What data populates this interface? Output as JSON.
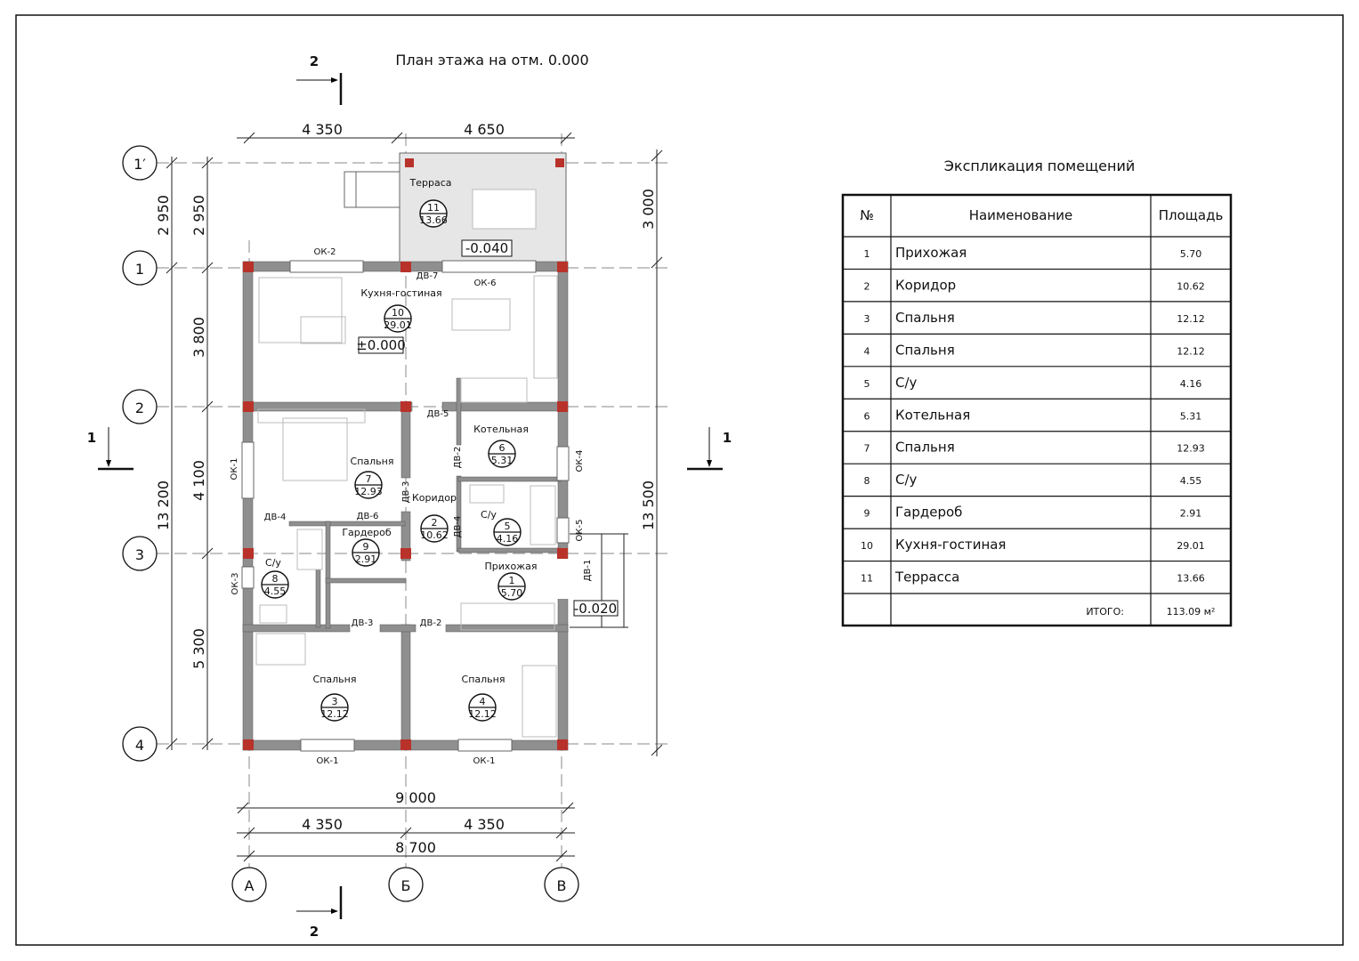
{
  "title": "План этажа на отм. 0.000",
  "section_marks": {
    "left": "1",
    "right": "1",
    "top": "2",
    "bottom": "2"
  },
  "grid_rows": [
    "1′",
    "1",
    "2",
    "3",
    "4"
  ],
  "grid_cols": [
    "А",
    "Б",
    "В"
  ],
  "dimensions": {
    "top": [
      "4 350",
      "4 650"
    ],
    "left_inner": [
      "2 950",
      "3 800",
      "4 100",
      "5 300"
    ],
    "left_outer": [
      "2 950",
      "13 200"
    ],
    "right": [
      "3 000",
      "13 500"
    ],
    "bottom_total": "9 000",
    "bottom_parts": [
      "4 350",
      "4 350"
    ],
    "bottom_axes": "8 700"
  },
  "levels": {
    "terrace": "-0.040",
    "floor": "±0.000",
    "entrance": "-0.020"
  },
  "rooms": [
    {
      "name": "Терраса",
      "num": "11",
      "area": "13.66"
    },
    {
      "name": "Кухня-гостиная",
      "num": "10",
      "area": "29.01"
    },
    {
      "name": "Котельная",
      "num": "6",
      "area": "5.31"
    },
    {
      "name": "Спальня",
      "num": "7",
      "area": "12.93"
    },
    {
      "name": "Коридор",
      "num": "2",
      "area": "10.62"
    },
    {
      "name": "С/у",
      "num": "5",
      "area": "4.16"
    },
    {
      "name": "Гардероб",
      "num": "9",
      "area": "2.91"
    },
    {
      "name": "С/у",
      "num": "8",
      "area": "4.55"
    },
    {
      "name": "Прихожая",
      "num": "1",
      "area": "5.70"
    },
    {
      "name": "Спальня",
      "num": "3",
      "area": "12.12"
    },
    {
      "name": "Спальня",
      "num": "4",
      "area": "12.12"
    }
  ],
  "openings": {
    "dv7": "ДВ-7",
    "dv5": "ДВ-5",
    "dv2a": "ДВ-2",
    "dv3a": "ДВ-3",
    "dv4a": "ДВ-4",
    "dv4b": "ДВ-4",
    "dv6": "ДВ-6",
    "dv1": "ДВ-1",
    "dv3b": "ДВ-3",
    "dv2b": "ДВ-2",
    "ok2": "ОК-2",
    "ok6": "ОК-6",
    "ok1a": "ОК-1",
    "ok3": "ОК-3",
    "ok4": "ОК-4",
    "ok5": "ОК-5",
    "ok1b": "ОК-1",
    "ok1c": "ОК-1"
  },
  "table": {
    "title": "Экспликация помещений",
    "headers": [
      "№",
      "Наименование",
      "Площадь"
    ],
    "rows": [
      [
        "1",
        "Прихожая",
        "5.70"
      ],
      [
        "2",
        "Коридор",
        "10.62"
      ],
      [
        "3",
        "Спальня",
        "12.12"
      ],
      [
        "4",
        "Спальня",
        "12.12"
      ],
      [
        "5",
        "С/у",
        "4.16"
      ],
      [
        "6",
        "Котельная",
        "5.31"
      ],
      [
        "7",
        "Спальня",
        "12.93"
      ],
      [
        "8",
        "С/у",
        "4.55"
      ],
      [
        "9",
        "Гардероб",
        "2.91"
      ],
      [
        "10",
        "Кухня-гостиная",
        "29.01"
      ],
      [
        "11",
        "Террасса",
        "13.66"
      ]
    ],
    "total_label": "ИТОГО:",
    "total_value": "113.09 м²"
  }
}
